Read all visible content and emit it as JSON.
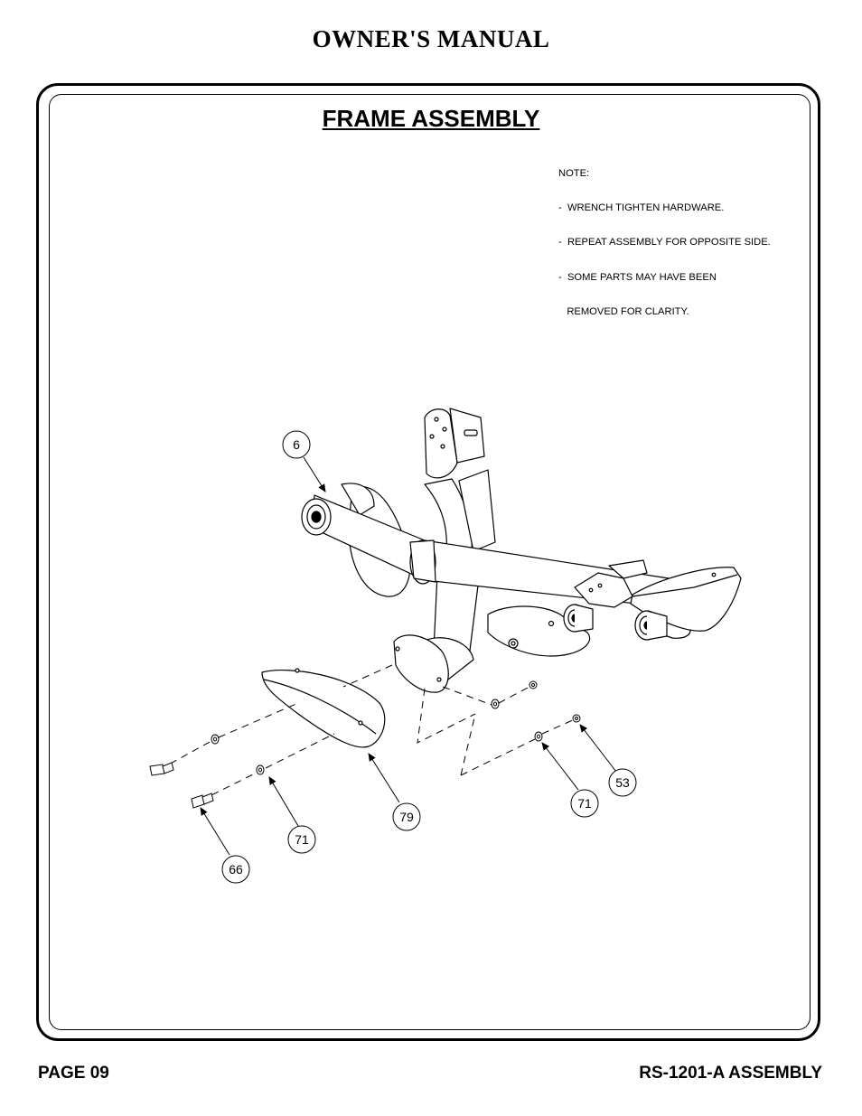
{
  "header": {
    "title": "OWNER'S MANUAL"
  },
  "section": {
    "title": "FRAME ASSEMBLY"
  },
  "note": {
    "heading": "NOTE:",
    "lines": [
      "-  WRENCH TIGHTEN HARDWARE.",
      "-  REPEAT ASSEMBLY FOR OPPOSITE SIDE.",
      "-  SOME PARTS MAY HAVE BEEN",
      "   REMOVED FOR CLARITY."
    ]
  },
  "callouts": [
    "6",
    "79",
    "71",
    "66",
    "71",
    "53"
  ],
  "footer": {
    "page": "PAGE 09",
    "model": "RS-1201-A ASSEMBLY"
  }
}
